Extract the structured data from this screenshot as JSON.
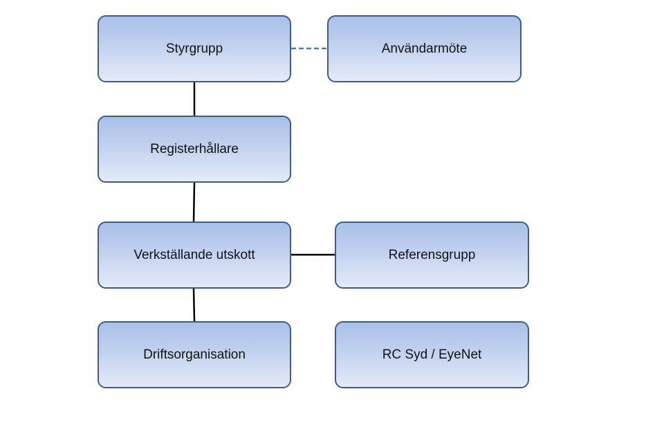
{
  "diagram": {
    "nodes": {
      "styrgrupp": "Styrgrupp",
      "anvandarmote": "Användarmöte",
      "registerhallare": "Registerhållare",
      "verkstallande_utskott": "Verkställande utskott",
      "referensgrupp": "Referensgrupp",
      "driftsorganisation": "Driftsorganisation",
      "rc_syd_eyenet": "RC Syd / EyeNet"
    },
    "edges": [
      {
        "from": "styrgrupp",
        "to": "anvandarmote",
        "style": "dashed"
      },
      {
        "from": "styrgrupp",
        "to": "registerhallare",
        "style": "solid"
      },
      {
        "from": "registerhallare",
        "to": "verkstallande_utskott",
        "style": "solid"
      },
      {
        "from": "verkstallande_utskott",
        "to": "referensgrupp",
        "style": "solid"
      },
      {
        "from": "verkstallande_utskott",
        "to": "driftsorganisation",
        "style": "solid"
      }
    ],
    "colors": {
      "box_border": "#3e5c85",
      "box_fill_top": "#a9c0e8",
      "box_fill_bottom": "#e4ebf8",
      "solid_connector": "#000000",
      "dashed_connector": "#4a7ab8"
    }
  }
}
